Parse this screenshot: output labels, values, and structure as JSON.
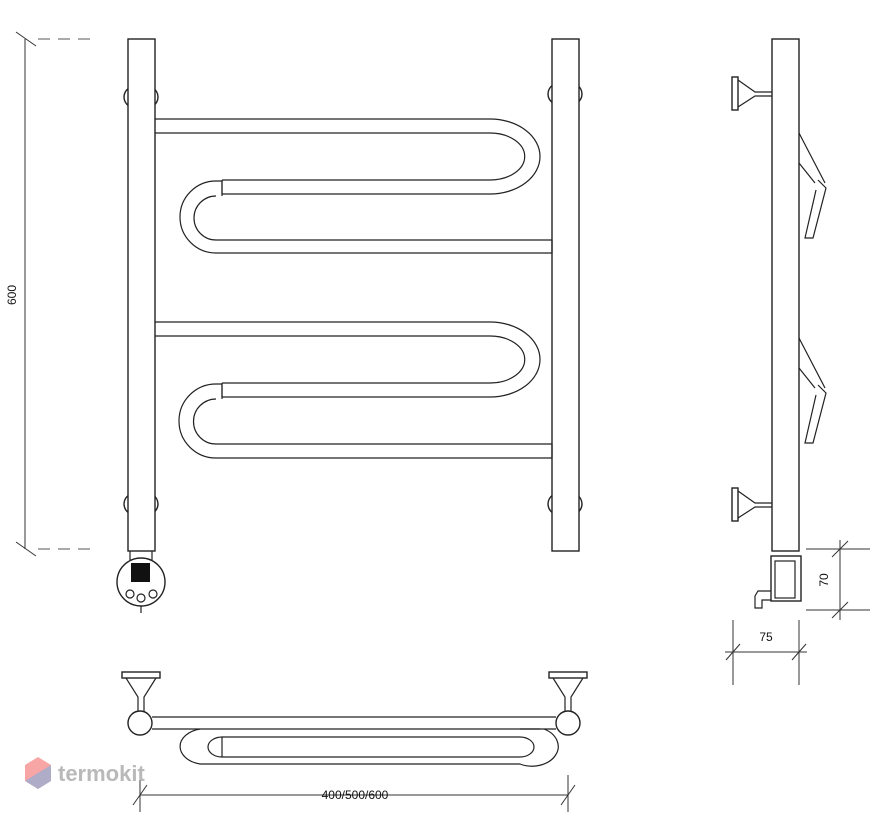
{
  "dimensions": {
    "height": "600",
    "width": "400/500/600",
    "side_depth": "75",
    "box_height": "70"
  },
  "watermark": {
    "brand": "termokit"
  },
  "colors": {
    "line": "#222222",
    "background": "#ffffff",
    "controller_square": "#111111",
    "logo_red": "#f25b5b",
    "logo_blue": "#7fb0e0",
    "logo_text": "#b9b9b9"
  }
}
